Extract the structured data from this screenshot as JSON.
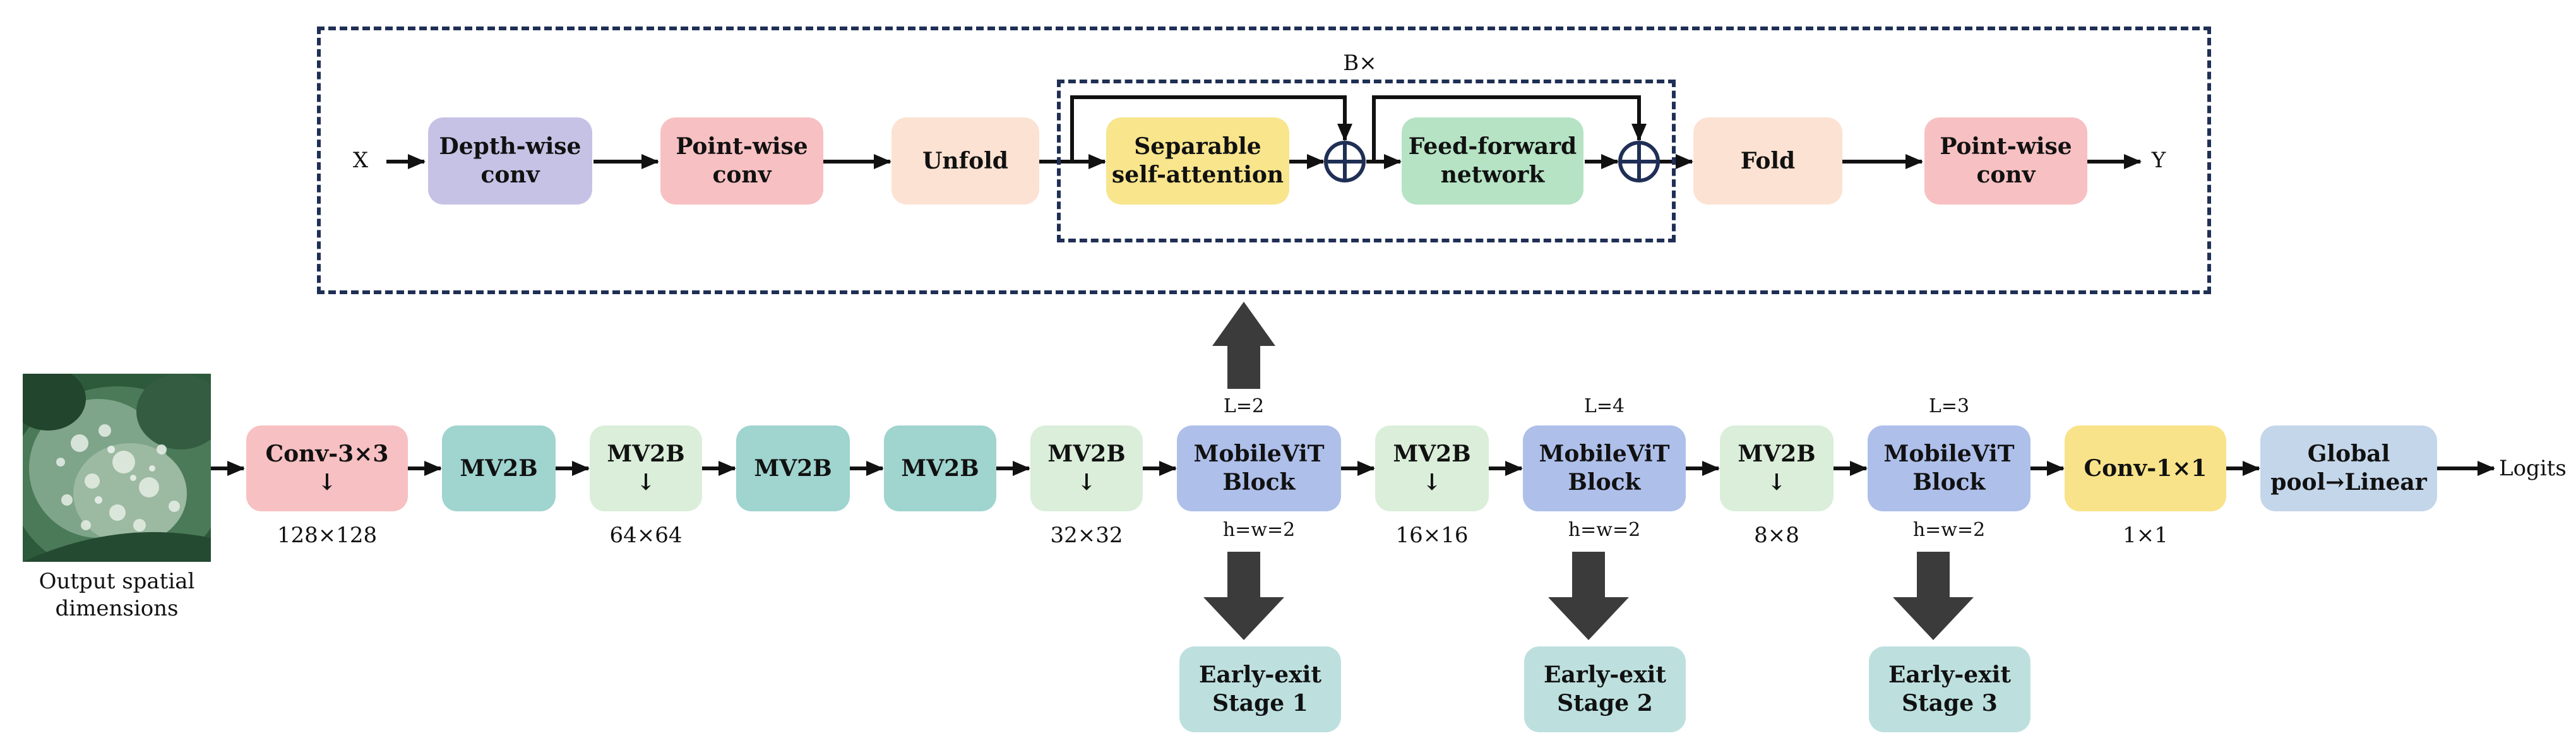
{
  "top": {
    "input": "X",
    "output": "Y",
    "repeat": "B×",
    "blocks": {
      "dw_conv": "Depth-wise\nconv",
      "pw_conv1": "Point-wise\nconv",
      "unfold": "Unfold",
      "sep_attn": "Separable\nself-attention",
      "ffn": "Feed-forward\nnetwork",
      "fold": "Fold",
      "pw_conv2": "Point-wise\nconv"
    }
  },
  "main": {
    "image_caption": "Output spatial\ndimensions",
    "blocks": {
      "conv3": "Conv-3×3\n↓",
      "mv2b_1": "MV2B",
      "mv2b_2": "MV2B\n↓",
      "mv2b_3": "MV2B",
      "mv2b_4": "MV2B",
      "mv2b_5": "MV2B\n↓",
      "mvit_1": "MobileViT\nBlock",
      "mv2b_6": "MV2B\n↓",
      "mvit_2": "MobileViT\nBlock",
      "mv2b_7": "MV2B\n↓",
      "mvit_3": "MobileViT\nBlock",
      "conv1": "Conv-1×1",
      "pool": "Global\npool→Linear"
    },
    "output": "Logits",
    "dims": {
      "d128": "128×128",
      "d64": "64×64",
      "d32": "32×32",
      "d16": "16×16",
      "d8": "8×8",
      "d1": "1×1"
    },
    "vit_params": {
      "L1": "L=2",
      "hw1": "h=w=2",
      "L2": "L=4",
      "hw2": "h=w=2",
      "L3": "L=3",
      "hw3": "h=w=2"
    },
    "exits": {
      "e1": "Early-exit\nStage 1",
      "e2": "Early-exit\nStage 2",
      "e3": "Early-exit\nStage 3"
    }
  },
  "colors": {
    "purple": "#c6c2e6",
    "pink": "#f7c0c2",
    "peach": "#fce2d3",
    "yellow": "#f8e58c",
    "green": "#b5e3c4",
    "teal": "#9fd4cf",
    "light_green": "#daeeda",
    "blue": "#aebfea",
    "gold": "#f9e38a",
    "steel": "#c4d6ea",
    "exit": "#bde0df",
    "dash_border": "#1f2f55",
    "big_arrow": "#3b3b3b"
  }
}
